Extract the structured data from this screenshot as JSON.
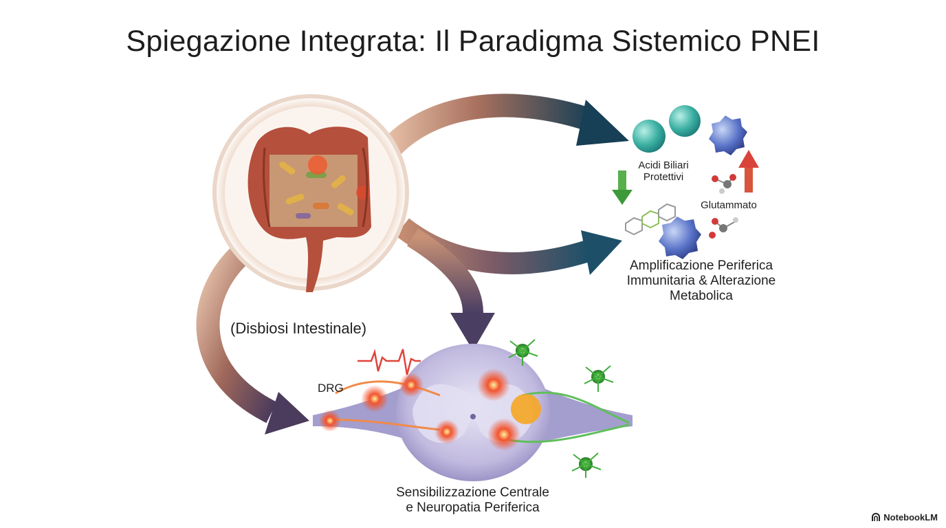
{
  "title": "Spiegazione Integrata: Il Paradigma Sistemico PNEI",
  "labels": {
    "acidi_biliari": "Acidi Biliari\nProtettivi",
    "glutammato": "Glutammato",
    "amplificazione": "Amplificazione Periferica\nImmunitaria & Alterazione\nMetabolica",
    "disbiosi": "(Disbiosi Intestinale)",
    "drg": "DRG",
    "sensibilizzazione": "Sensibilizzazione Centrale\ne Neuropatia Periferica"
  },
  "brand": "NotebookLM",
  "colors": {
    "arrow_warm": "#c98a6a",
    "arrow_teal": "#1e4f66",
    "arrow_purple": "#4b3a5e",
    "gut": "#b4503c",
    "cord": "#b9b2dc",
    "neuron_red": "#e53a25",
    "neuron_green": "#3fae3a",
    "immune_teal": "#2aa39a",
    "immune_blue": "#3a4fa0"
  },
  "icons": [
    "intestine-illustration",
    "spinal-cord-illustration",
    "immune-cell-icon",
    "molecule-icon",
    "neuron-icon"
  ]
}
